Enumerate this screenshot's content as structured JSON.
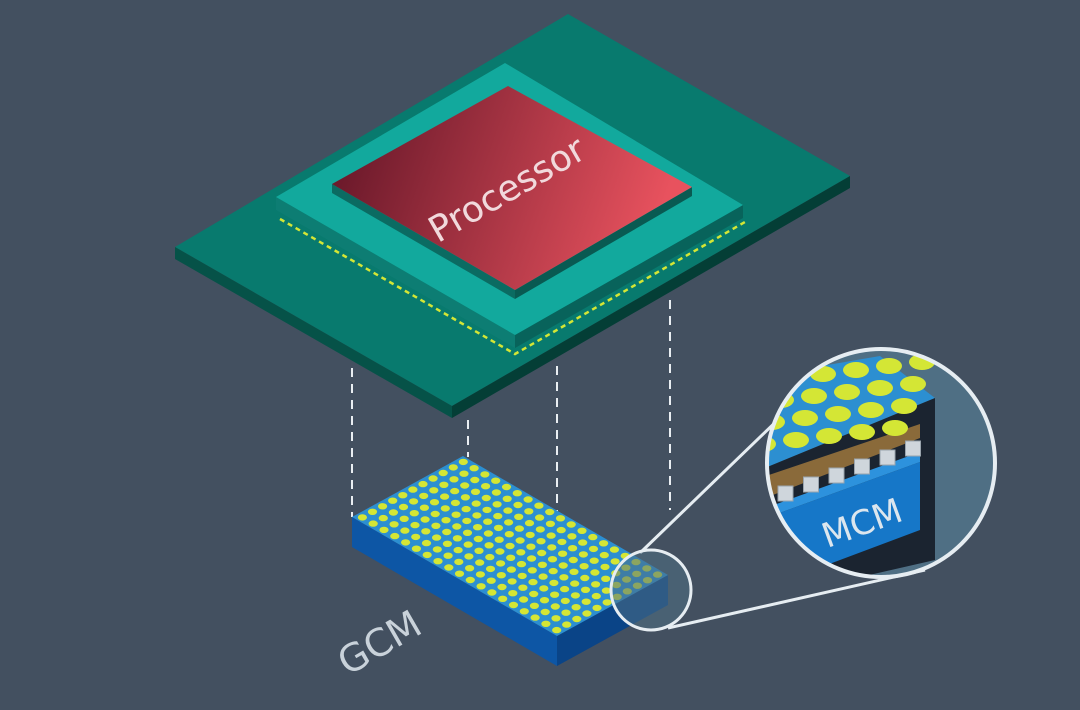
{
  "labels": {
    "processor": "Processor",
    "gcm": "GCM",
    "mcm": "MCM"
  },
  "colors": {
    "background": "#435060",
    "substrate_top": "#087a6e",
    "chip_frame": "#12a99d",
    "processor_light": "#e8525e",
    "processor_dark": "#5e1325",
    "module_top": "#2c8fd1",
    "module_side": "#0d56a5",
    "solder_ball": "#d4e635",
    "zoom_fill": "#4f6f84",
    "zoom_stroke": "#e6edf2"
  }
}
